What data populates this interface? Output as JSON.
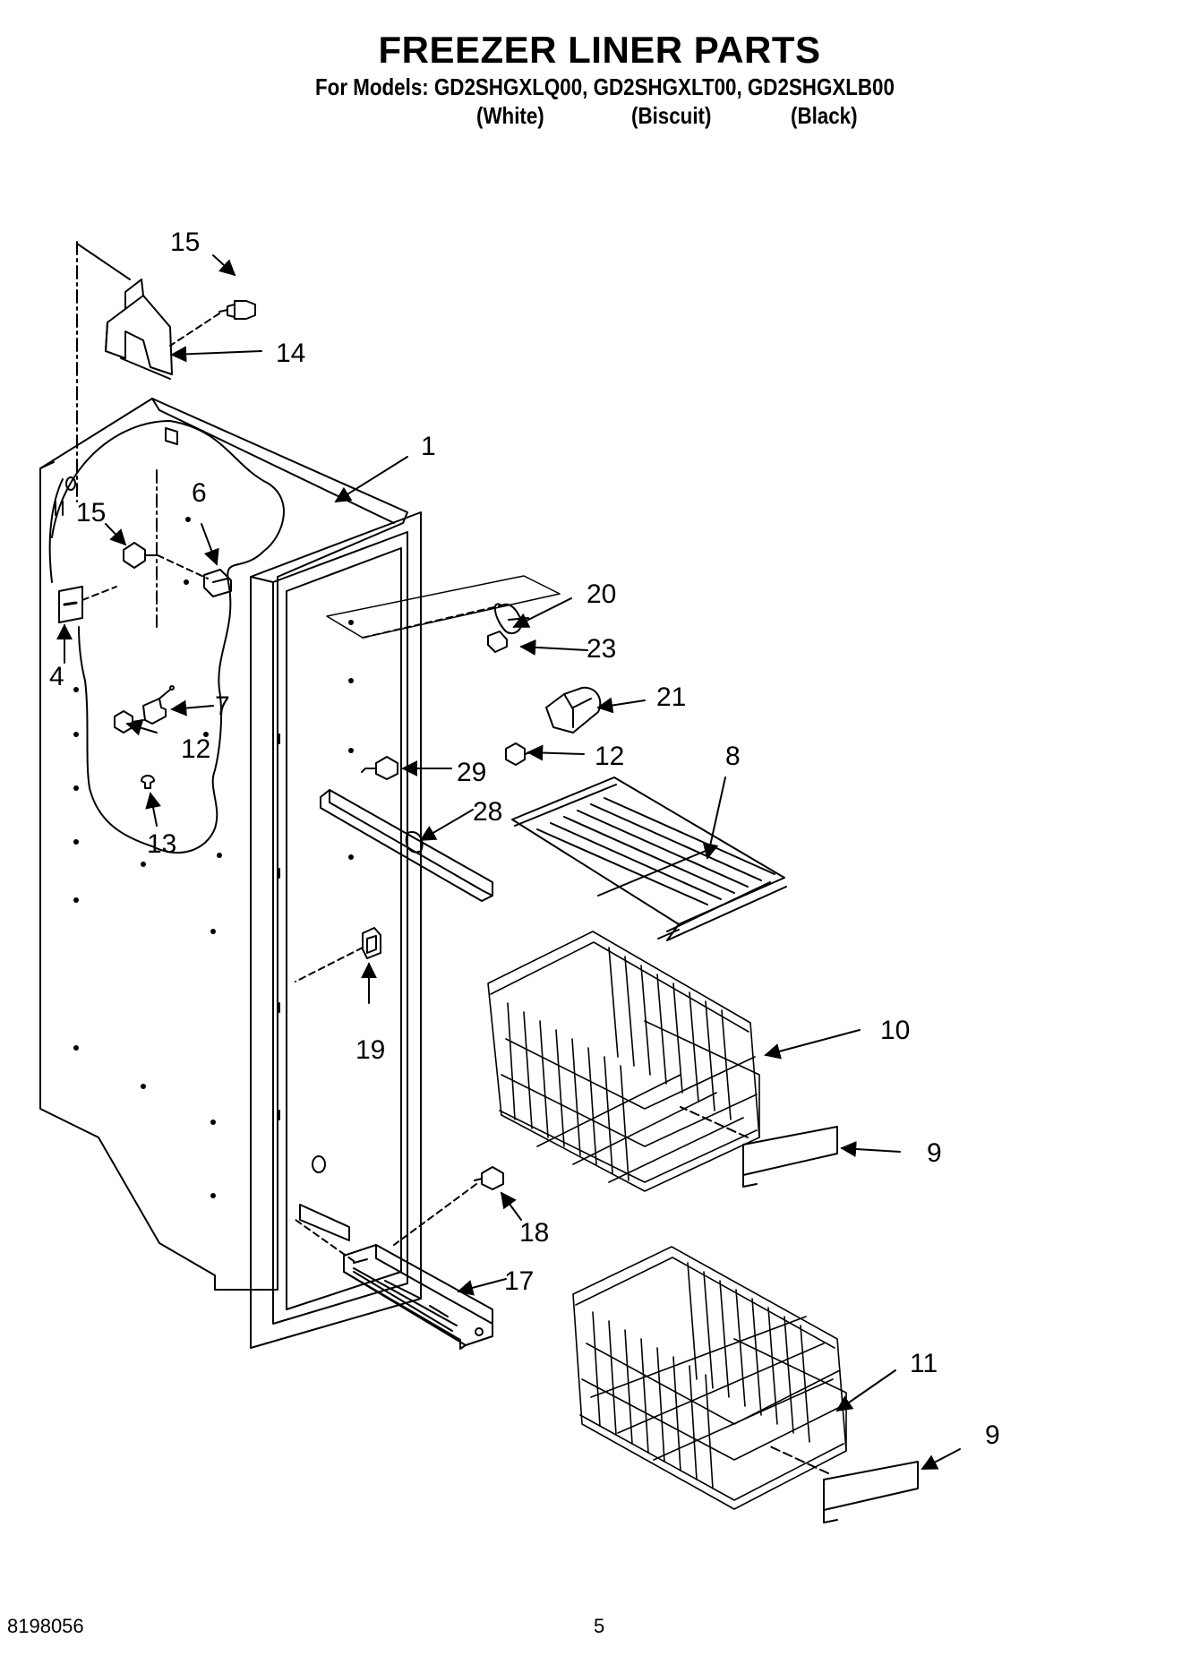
{
  "title": "FREEZER LINER PARTS",
  "models_line": "For Models: GD2SHGXLQ00, GD2SHGXLT00, GD2SHGXLB00",
  "variants": [
    "(White)",
    "(Biscuit)",
    "(Black)"
  ],
  "callouts": {
    "c15a": "15",
    "c14": "14",
    "c1": "1",
    "c6": "6",
    "c15b": "15",
    "c4": "4",
    "c7": "7",
    "c12a": "12",
    "c13": "13",
    "c20": "20",
    "c23": "23",
    "c21": "21",
    "c12b": "12",
    "c8": "8",
    "c29": "29",
    "c28": "28",
    "c19": "19",
    "c10": "10",
    "c9a": "9",
    "c18": "18",
    "c17": "17",
    "c11": "11",
    "c9b": "9"
  },
  "footer": {
    "doc_number": "8198056",
    "page_number": "5"
  }
}
